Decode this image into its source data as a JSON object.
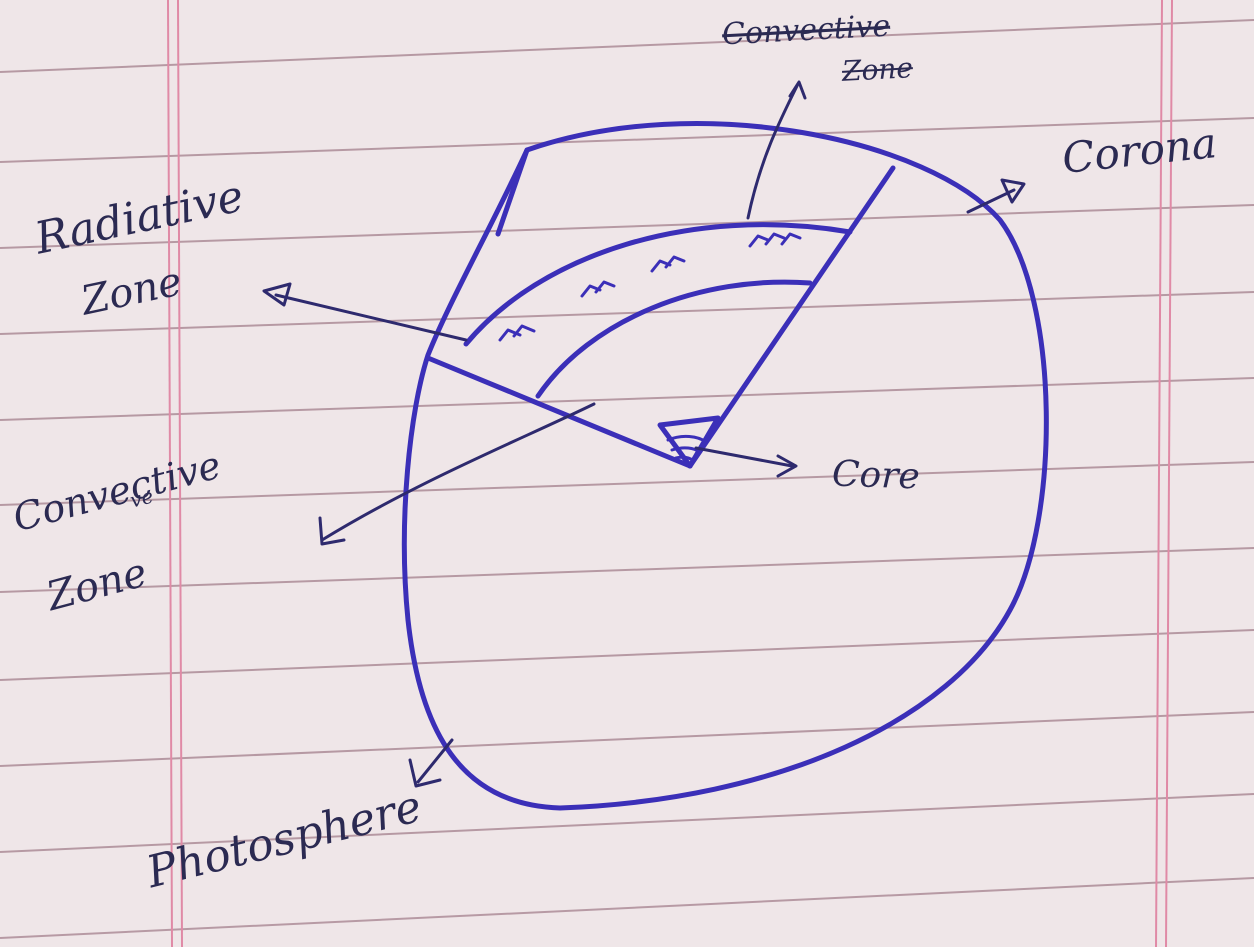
{
  "labels": {
    "convective_top": "Convective",
    "zone_top": "Zone",
    "corona": "Corona",
    "radiative_line1": "Radiative",
    "radiative_line2": "Zone",
    "core": "Core",
    "convective_left_line1": "Convective",
    "convective_left_insert": "ve",
    "convective_left_line2": "Zone",
    "photosphere": "Photosphere"
  },
  "colors": {
    "ink": "#3b2fb8",
    "paper": "#efe6e8",
    "rule_line": "#a4808d",
    "margin_line": "#e08aa6"
  }
}
